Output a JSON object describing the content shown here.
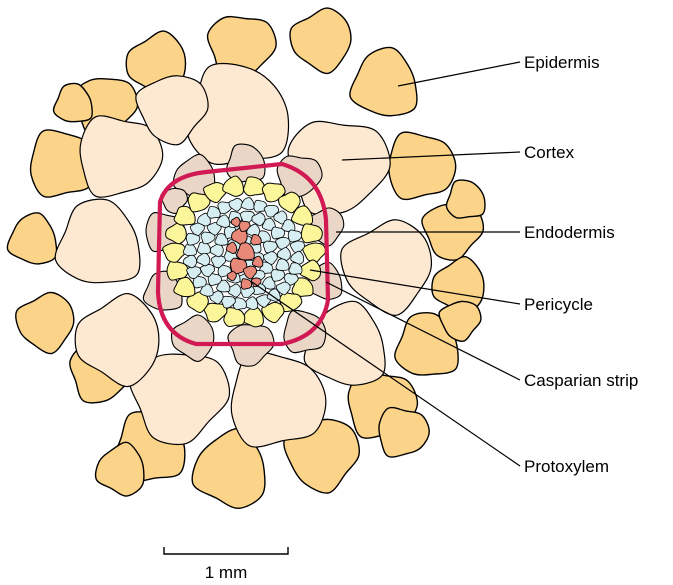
{
  "labels": {
    "epidermis": "Epidermis",
    "cortex": "Cortex",
    "endodermis": "Endodermis",
    "pericycle": "Pericycle",
    "casparian_strip": "Casparian strip",
    "protoxylem": "Protoxylem"
  },
  "scale_bar": {
    "label": "1 mm"
  },
  "colors": {
    "epidermis": "#fbd489",
    "cortex": "#fde8d2",
    "endodermis": "#ead6c6",
    "pericycle": "#fcf69a",
    "vascular": "#d6eef2",
    "protoxylem": "#e88878",
    "casparian_strip": "#d11a53"
  }
}
